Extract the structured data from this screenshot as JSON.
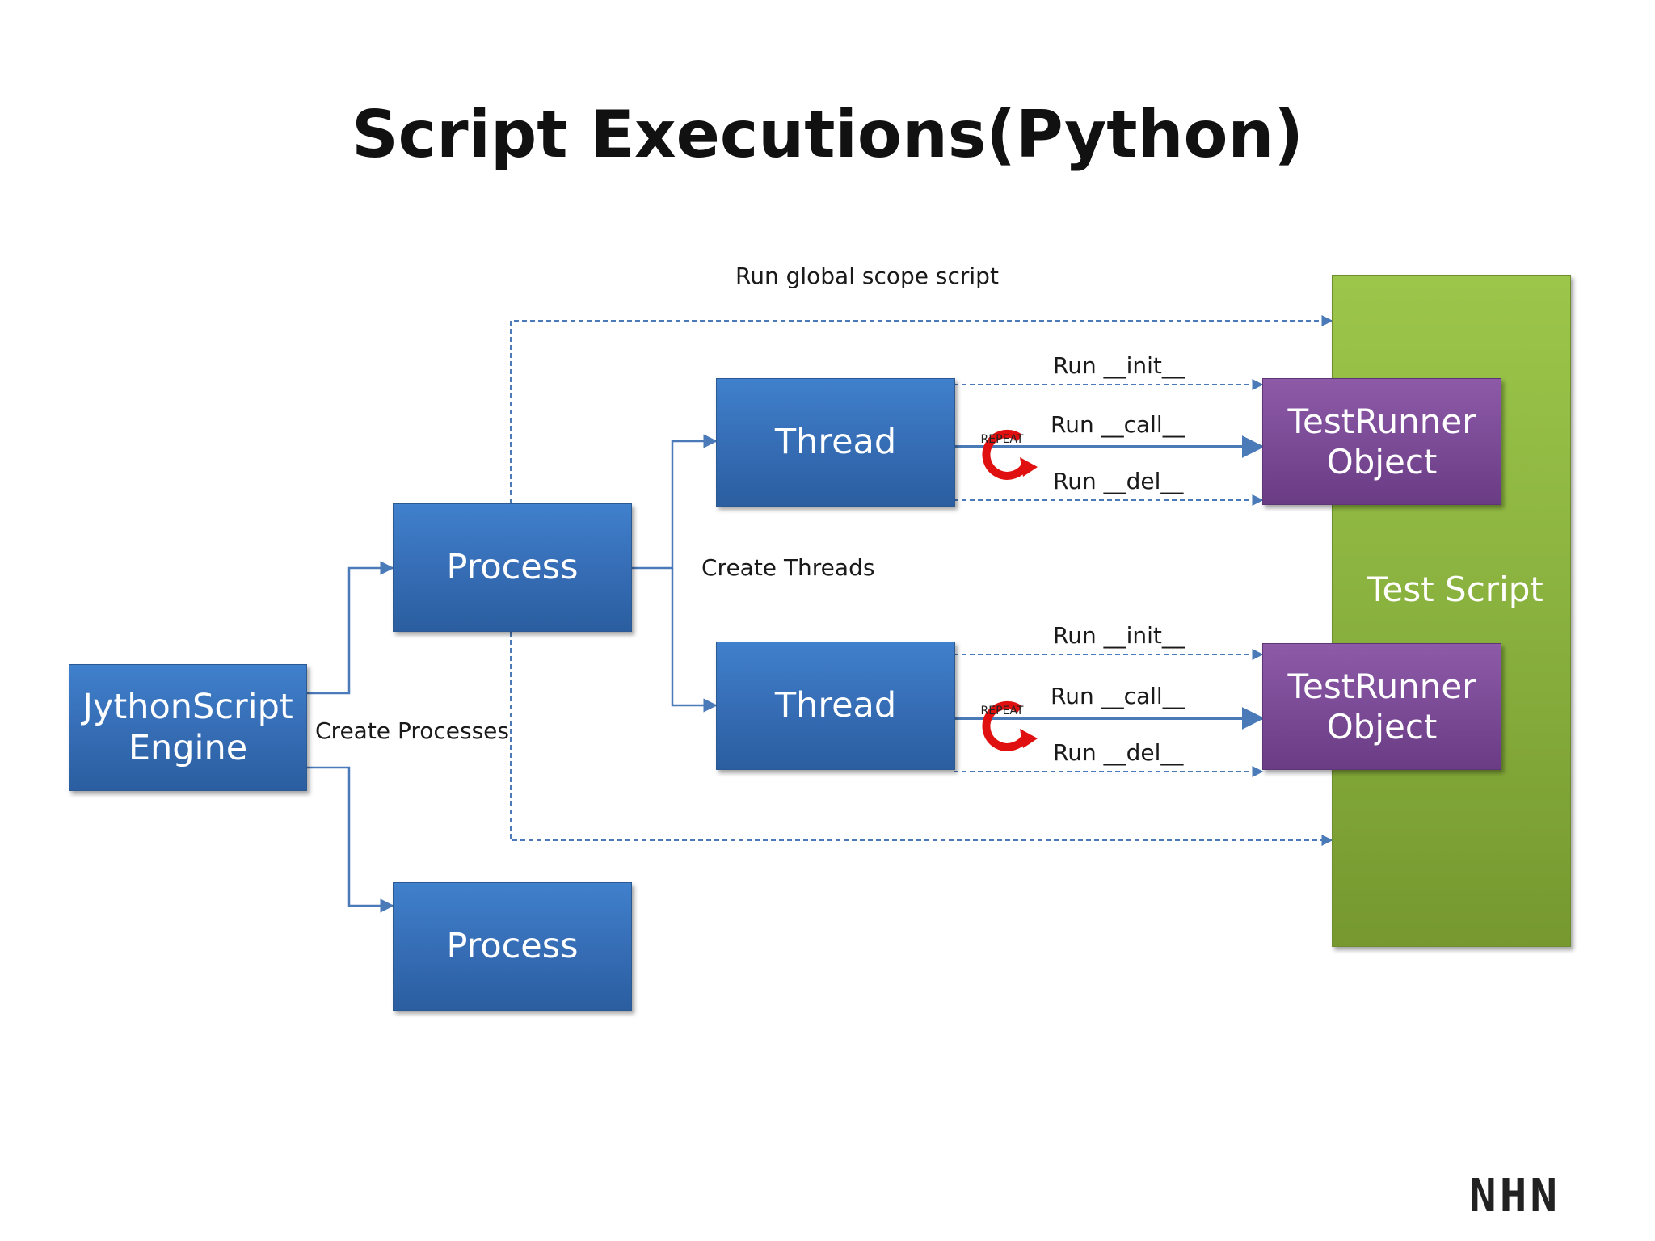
{
  "title": "Script Executions(Python)",
  "nodes": {
    "engine": "JythonScript\nEngine",
    "process_top": "Process",
    "process_bottom": "Process",
    "thread_top": "Thread",
    "thread_bottom": "Thread",
    "testrunner_top": "TestRunner\nObject",
    "testrunner_bottom": "TestRunner\nObject",
    "test_script": "Test Script"
  },
  "labels": {
    "run_global": "Run global scope script",
    "create_processes": "Create Processes",
    "create_threads": "Create Threads",
    "run_init": "Run __init__",
    "run_call": "Run __call__",
    "run_del": "Run __del__",
    "repeat": "REPEAT"
  },
  "logo": "NHN",
  "colors": {
    "process_blue": "#3b77c3",
    "testrunner_purple": "#7b4b97",
    "test_script_green": "#8db843",
    "connector_blue": "#4a7ab8",
    "repeat_red": "#e01010"
  }
}
